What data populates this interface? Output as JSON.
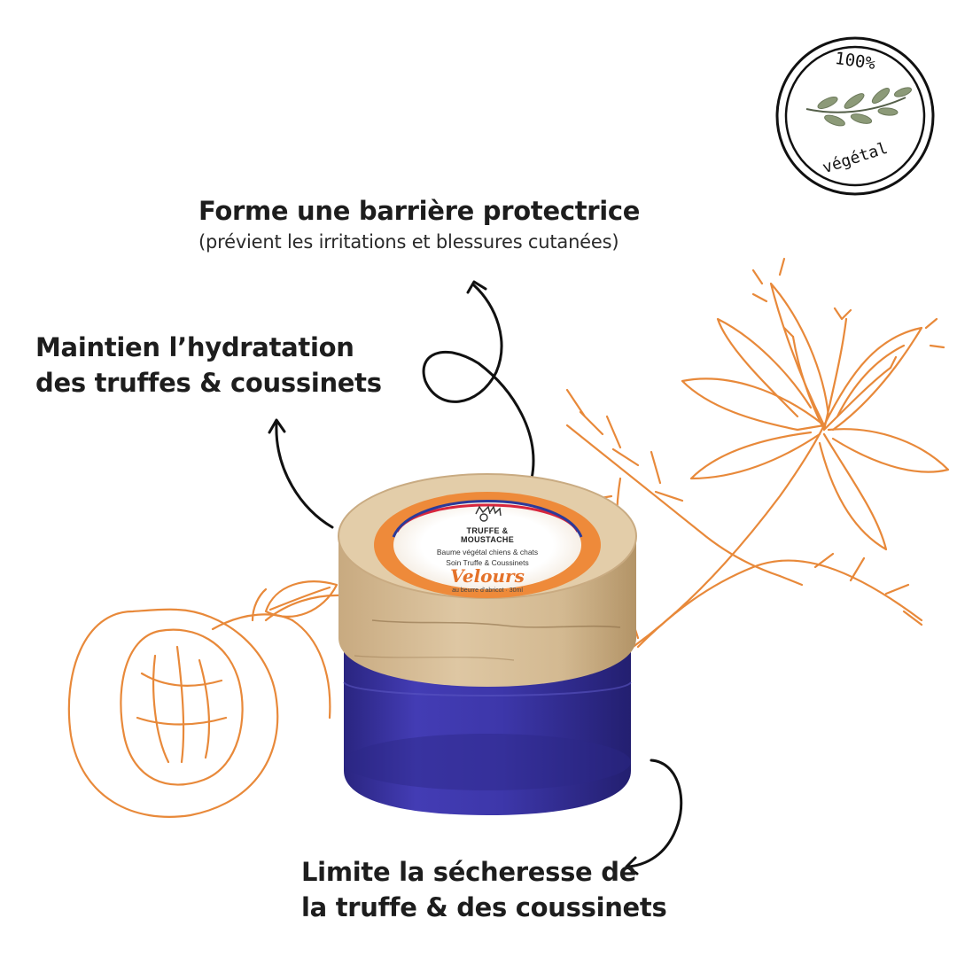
{
  "badge": {
    "top_text": "100%",
    "bottom_text": "végétal",
    "icon": "olive-branch-icon"
  },
  "callouts": {
    "barrier": {
      "title": "Forme une barrière protectrice",
      "subtitle": "(prévient les irritations et blessures cutanées)"
    },
    "hydration": {
      "line1": "Maintien l’hydratation",
      "line2": "des truffes & coussinets"
    },
    "dryness": {
      "line1": "Limite la sécheresse de",
      "line2": "la truffe & des coussinets"
    }
  },
  "jar": {
    "brand_line1": "TRUFFE &",
    "brand_line2": "MOUSTACHE",
    "product_line1": "Baume végétal chiens & chats",
    "product_line2": "Soin Truffe & Coussinets",
    "product_name": "Velours",
    "detail": "au beurre d’abricot · 30ml",
    "icon": "dog-cat-logo-icon"
  },
  "colors": {
    "accent_orange": "#e8893a",
    "jar_blue": "#3b35a8",
    "lid_wood": "#d8bf98",
    "text_dark": "#1d1d1d"
  }
}
